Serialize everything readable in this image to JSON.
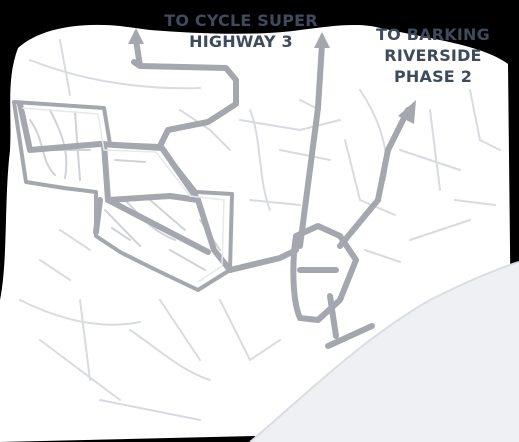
{
  "map": {
    "background_color": "#000000",
    "land_color": "#ffffff",
    "water_color": "#eef0f3",
    "route_color": "#a4a8ae",
    "street_color": "#d8dbe0",
    "label_color": "#3f4a5c"
  },
  "labels": {
    "cycle_superhighway": {
      "line1": "TO CYCLE SUPER",
      "line2": "HIGHWAY 3"
    },
    "barking_riverside": {
      "line1": "TO BARKING",
      "line2": "RIVERSIDE",
      "line3": "PHASE 2"
    }
  },
  "icons": {
    "route_arrow": "arrow-up-icon"
  }
}
